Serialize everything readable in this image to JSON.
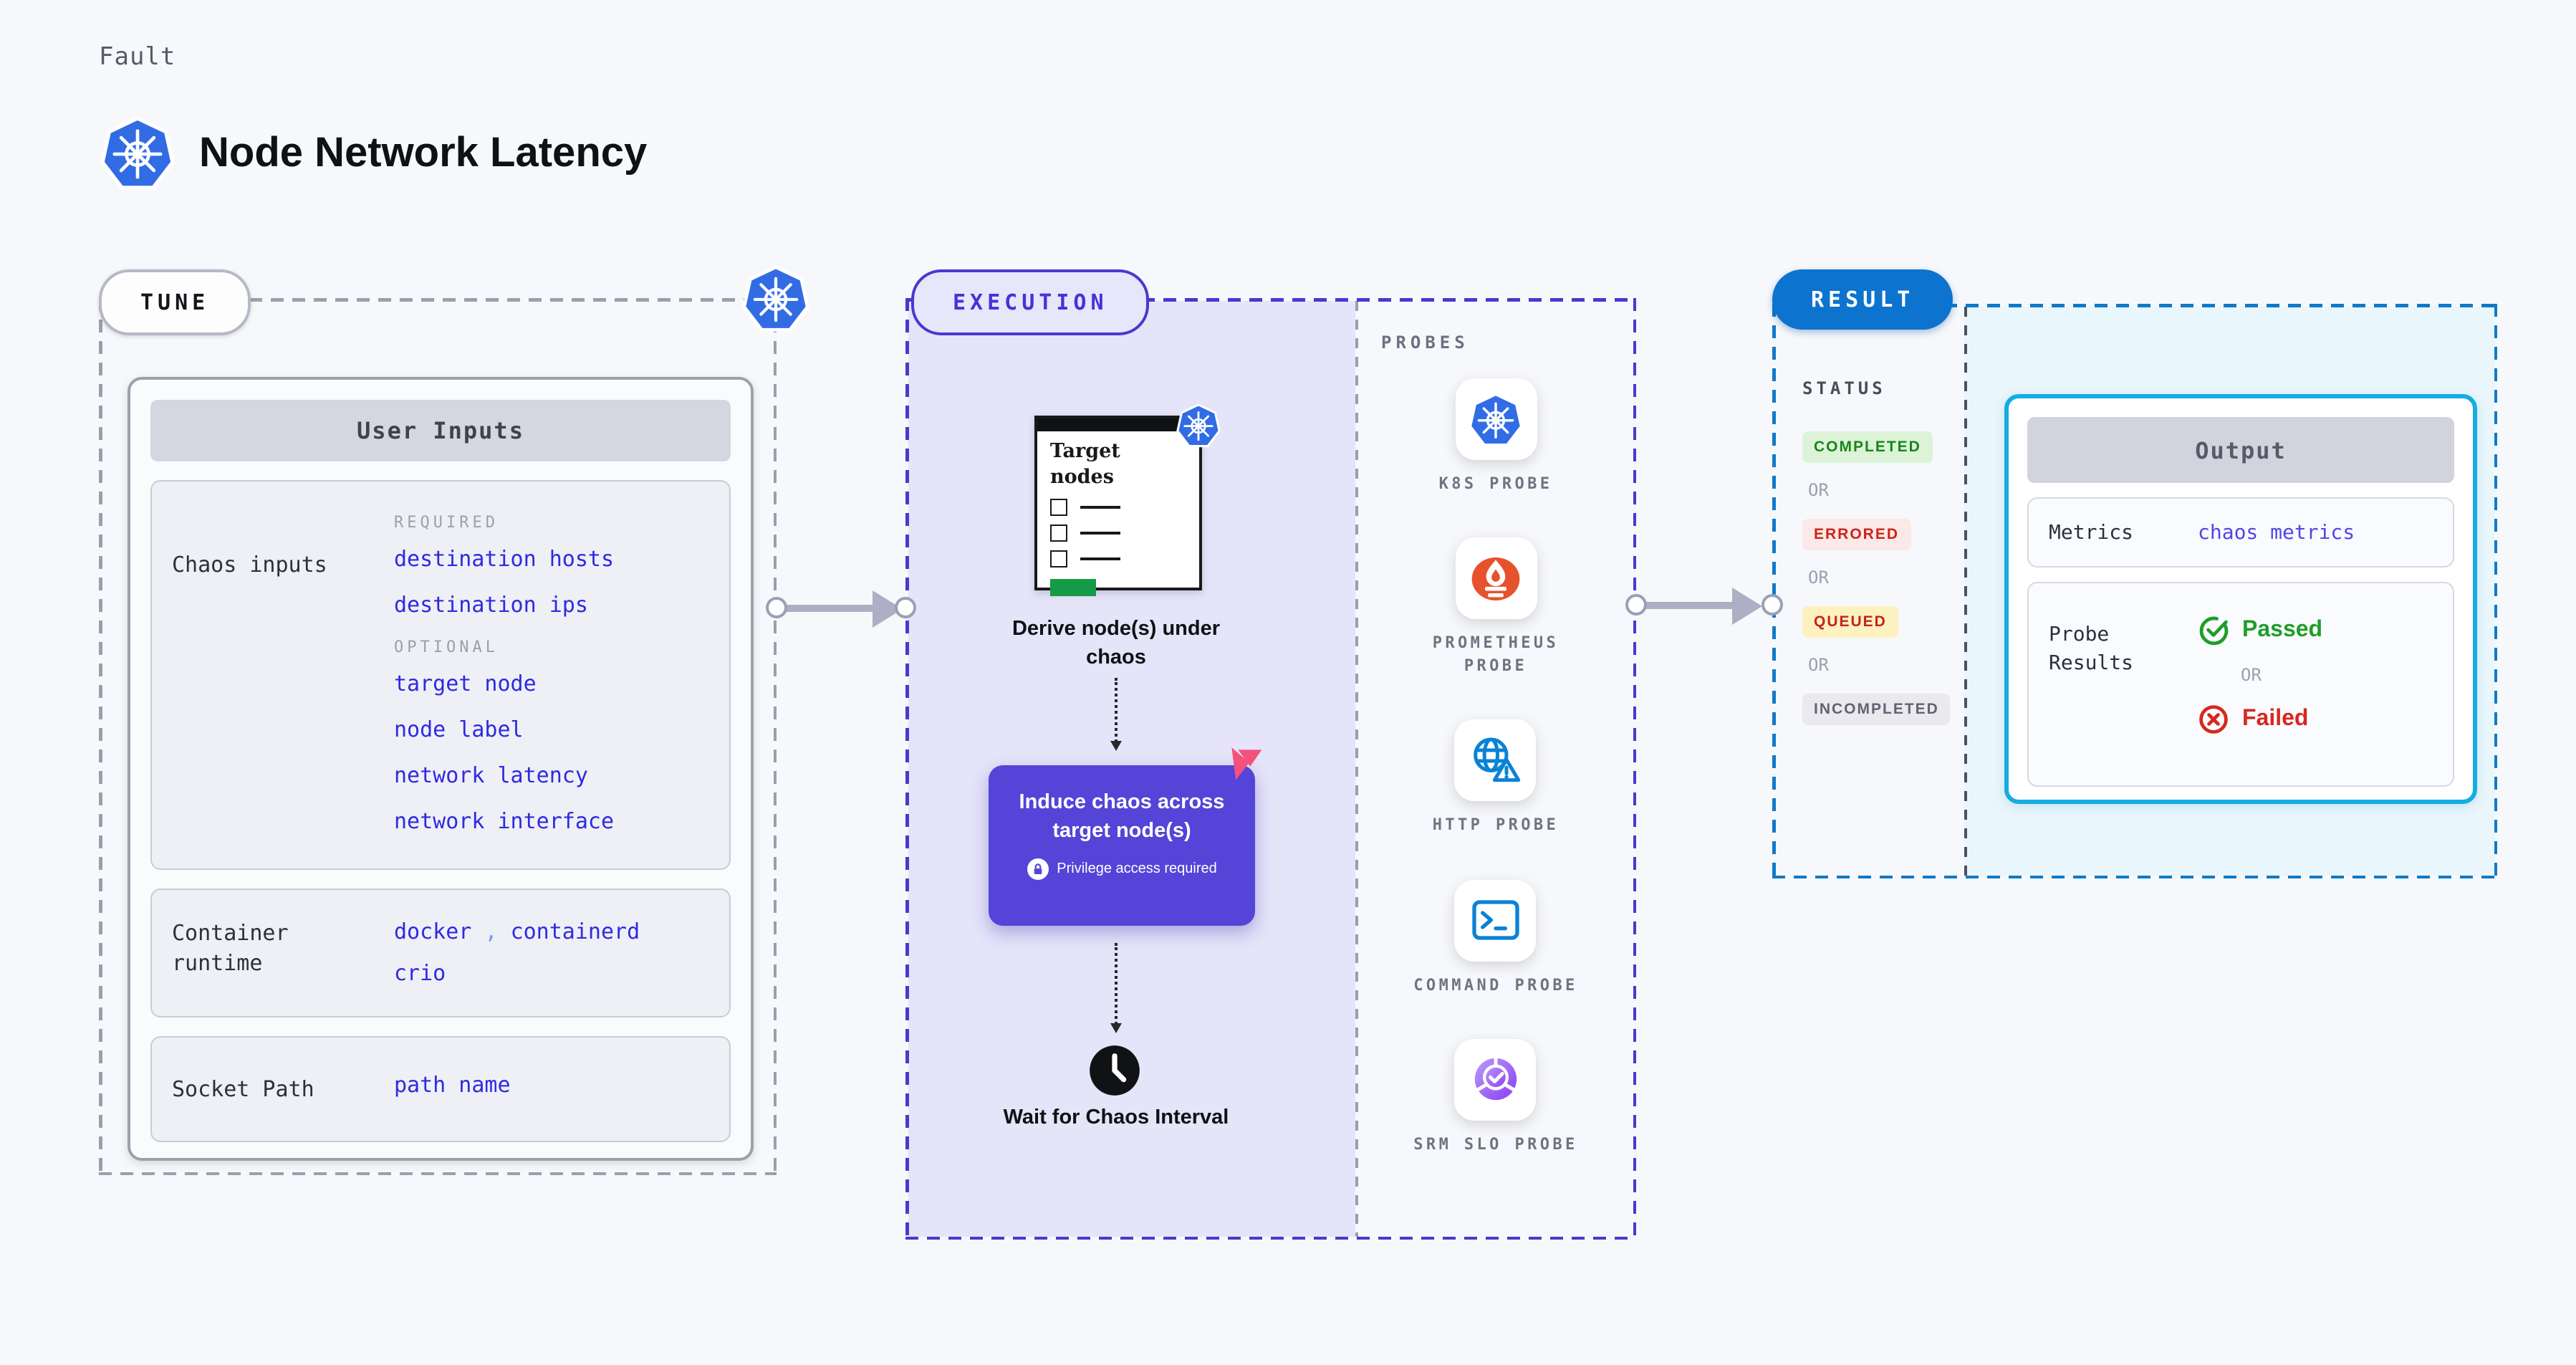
{
  "header": {
    "kicker": "Fault",
    "title": "Node Network Latency"
  },
  "tune": {
    "pill": "TUNE",
    "inputs_header": "User Inputs",
    "chaos_inputs": {
      "label": "Chaos inputs",
      "required_heading": "REQUIRED",
      "required": [
        "destination hosts",
        "destination ips"
      ],
      "optional_heading": "OPTIONAL",
      "optional": [
        "target node",
        "node label",
        "network latency",
        "network interface"
      ]
    },
    "container_runtime": {
      "label": "Container runtime",
      "value_1": "docker",
      "separator": ",",
      "value_2": "containerd",
      "value_3": "crio"
    },
    "socket_path": {
      "label": "Socket Path",
      "value": "path name"
    }
  },
  "execution": {
    "pill": "EXECUTION",
    "target_card_title": "Target nodes",
    "derive_label": "Derive node(s) under chaos",
    "induce_label": "Induce chaos across target node(s)",
    "privilege_note": "Privilege access required",
    "wait_label": "Wait for Chaos Interval",
    "probes_heading": "PROBES",
    "probes": [
      {
        "label": "K8S PROBE",
        "icon": "kubernetes-icon"
      },
      {
        "label": "PROMETHEUS PROBE",
        "icon": "prometheus-icon"
      },
      {
        "label": "HTTP PROBE",
        "icon": "globe-warning-icon"
      },
      {
        "label": "COMMAND PROBE",
        "icon": "terminal-icon"
      },
      {
        "label": "SRM SLO PROBE",
        "icon": "slo-donut-icon"
      }
    ]
  },
  "result": {
    "pill": "RESULT",
    "status_heading": "STATUS",
    "or_label": "OR",
    "statuses": [
      {
        "label": "COMPLETED",
        "style": "color:#17861a;background:#dcf3d8"
      },
      {
        "label": "ERRORED",
        "style": "color:#cb241b;background:#fbe9e8"
      },
      {
        "label": "QUEUED",
        "style": "color:#c3231c;background:#fdf1c0"
      },
      {
        "label": "INCOMPLETED",
        "style": "color:#60646f;background:#e9e9ee"
      }
    ],
    "output": {
      "header": "Output",
      "metrics_label": "Metrics",
      "metrics_value": "chaos metrics",
      "probe_results_label": "Probe Results",
      "passed_label": "Passed",
      "failed_label": "Failed"
    }
  },
  "colors": {
    "accent_indigo": "#4839cf",
    "purple_box": "#5444d8",
    "result_blue": "#0c73cf",
    "cyan_border": "#14ade2",
    "link_blue": "#2f2ae0",
    "passed_green": "#1f9d28",
    "failed_red": "#d6281f",
    "litmus_pink": "#f4517d",
    "k8s_blue": "#326ce5",
    "prometheus_orange": "#e6522c",
    "lavender": "#e5e4f9"
  }
}
